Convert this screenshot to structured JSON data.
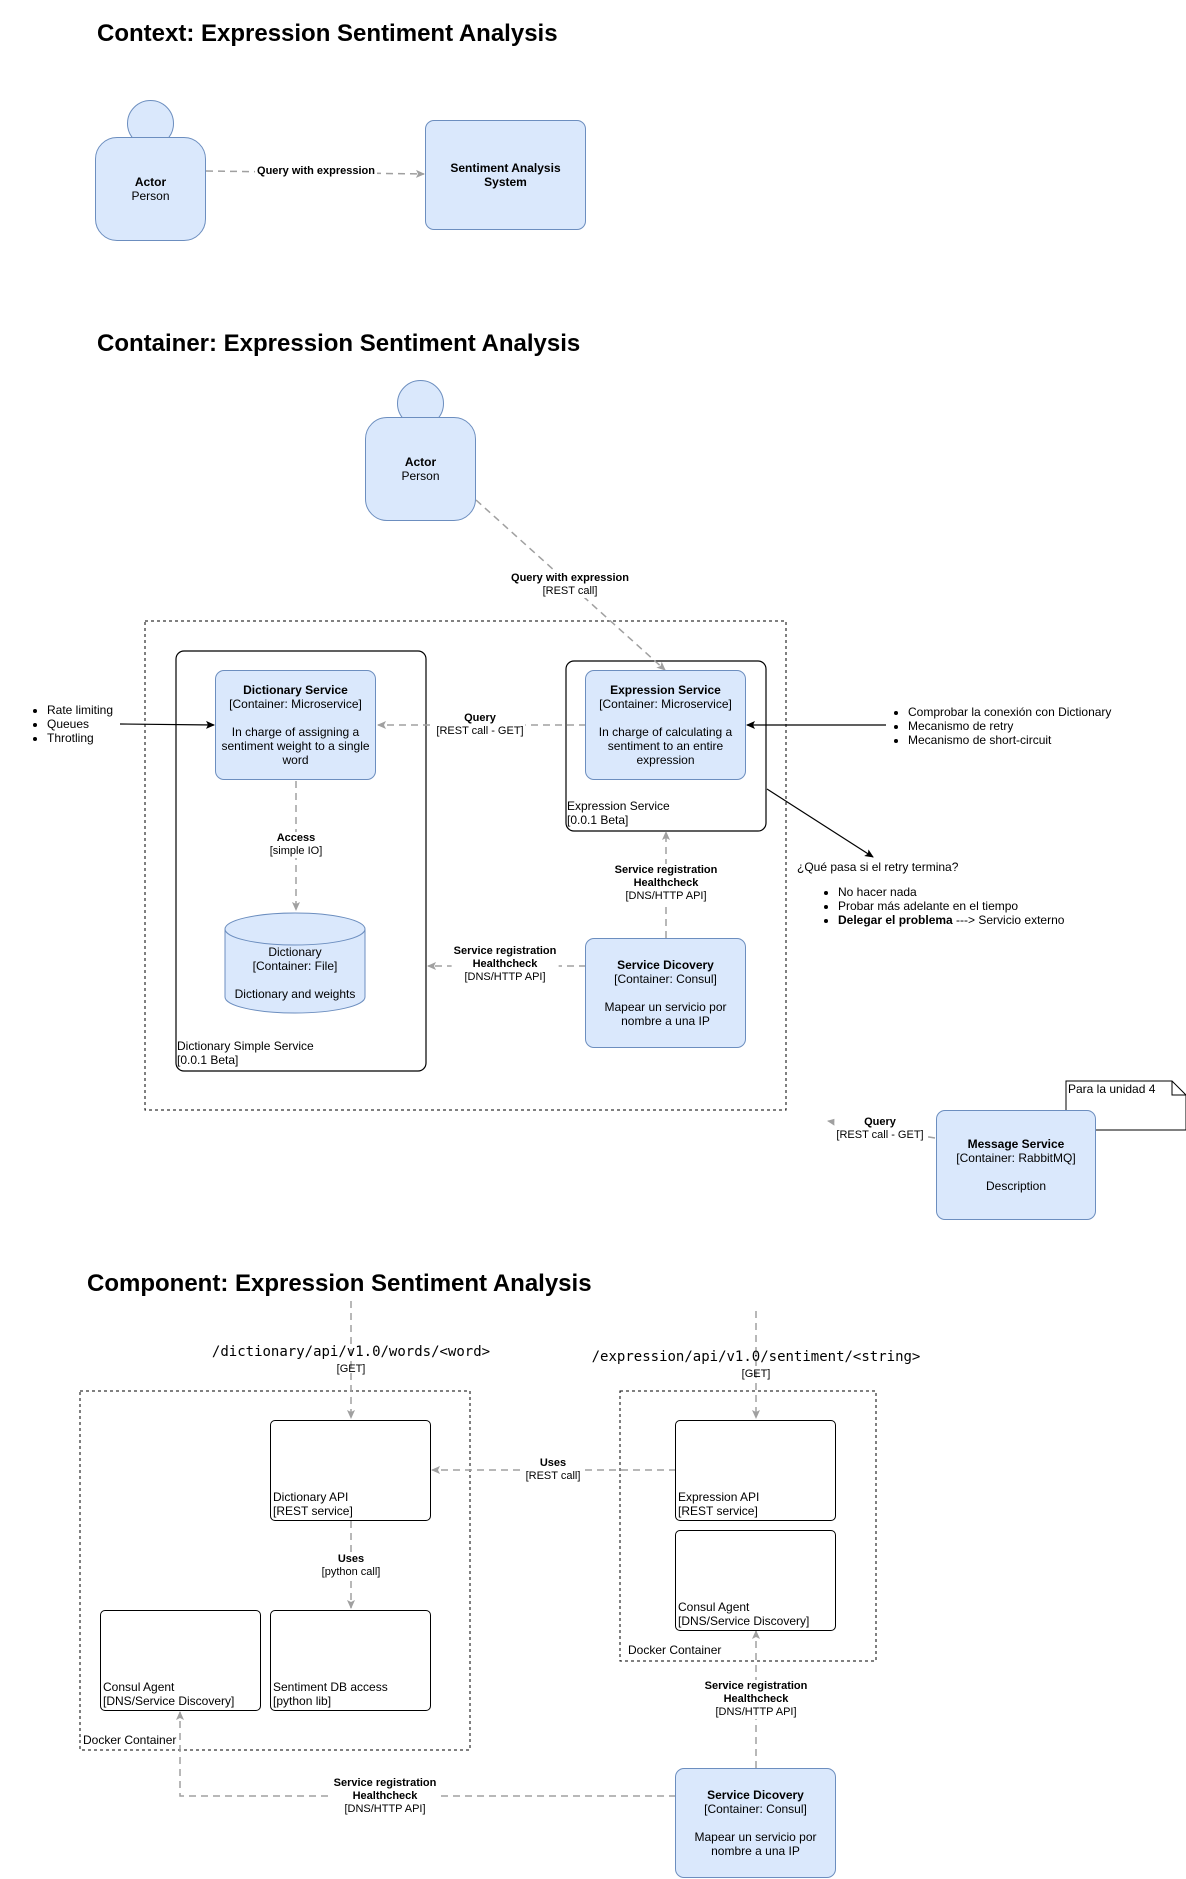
{
  "context": {
    "title": "Context: Expression Sentiment Analysis",
    "actor": {
      "name": "Actor",
      "type": "Person"
    },
    "system": {
      "name": "Sentiment Analysis System"
    },
    "edge": {
      "label": "Query with expression"
    }
  },
  "container": {
    "title": "Container: Expression Sentiment Analysis",
    "actor": {
      "name": "Actor",
      "type": "Person"
    },
    "actor_edge": {
      "label": "Query with expression",
      "tech": "[REST call]"
    },
    "dictionary_service": {
      "name": "Dictionary Service",
      "tech": "[Container: Microservice]",
      "desc": "In charge of assigning a sentiment weight to a single word"
    },
    "expression_service": {
      "name": "Expression Service",
      "tech": "[Container: Microservice]",
      "desc": "In charge of calculating a sentiment to an entire expression"
    },
    "query_edge": {
      "label": "Query",
      "tech": "[REST call - GET]"
    },
    "access_edge": {
      "label": "Access",
      "tech": "[simple IO]"
    },
    "dictionary_db": {
      "name": "Dictionary",
      "tech": "[Container: File]",
      "desc": "Dictionary and weights"
    },
    "dict_boundary": {
      "name": "Dictionary Simple Service",
      "version": "[0.0.1 Beta]"
    },
    "expr_boundary": {
      "name": "Expression Service",
      "version": "[0.0.1 Beta]"
    },
    "service_discovery": {
      "name": "Service Dicovery",
      "tech": "[Container: Consul]",
      "desc": "Mapear un servicio por nombre a una IP"
    },
    "sd_edge_up": {
      "label1": "Service registration",
      "label2": "Healthcheck",
      "tech": "[DNS/HTTP API]"
    },
    "sd_edge_left": {
      "label1": "Service registration",
      "label2": "Healthcheck",
      "tech": "[DNS/HTTP API]"
    },
    "left_notes": [
      "Rate limiting",
      "Queues",
      "Throtling"
    ],
    "right_notes": [
      "Comprobar la conexión con Dictionary",
      "Mecanismo de retry",
      "Mecanismo de short-circuit"
    ],
    "retry_question": "¿Qué pasa si el retry termina?",
    "retry_options": [
      "No hacer nada",
      "Probar más adelante en el tiempo"
    ],
    "retry_option_bold": "Delegar el problema",
    "retry_option_rest": " ---> Servicio externo",
    "message_service": {
      "name": "Message Service",
      "tech": "[Container: RabbitMQ]",
      "desc": "Description"
    },
    "message_edge": {
      "label": "Query",
      "tech": "[REST call - GET]"
    },
    "note": "Para la unidad 4"
  },
  "component": {
    "title": "Component: Expression Sentiment Analysis",
    "dict_endpoint": "/dictionary/api/v1.0/words/<word>",
    "dict_method": "[GET]",
    "expr_endpoint": "/expression/api/v1.0/sentiment/<string>",
    "expr_method": "[GET]",
    "dict_api": {
      "name": "Dictionary API",
      "tech": "[REST service]"
    },
    "uses_python": {
      "label": "Uses",
      "tech": "[python call]"
    },
    "consul_agent_left": {
      "name": "Consul Agent",
      "tech": "[DNS/Service Discovery]"
    },
    "sentiment_db": {
      "name": "Sentiment DB access",
      "tech": "[python lib]"
    },
    "left_container": "Docker Container",
    "expr_api": {
      "name": "Expression API",
      "tech": "[REST service]"
    },
    "consul_agent_right": {
      "name": "Consul Agent",
      "tech": "[DNS/Service Discovery]"
    },
    "right_container": "Docker Container",
    "uses_rest": {
      "label": "Uses",
      "tech": "[REST call]"
    },
    "sd_edge_right": {
      "label1": "Service registration",
      "label2": "Healthcheck",
      "tech": "[DNS/HTTP API]"
    },
    "sd_edge_left": {
      "label1": "Service registration",
      "label2": "Healthcheck",
      "tech": "[DNS/HTTP API]"
    },
    "service_discovery": {
      "name": "Service Dicovery",
      "tech": "[Container: Consul]",
      "desc": "Mapear un servicio por nombre a una IP"
    }
  },
  "colors": {
    "fill": "#dae8fc",
    "stroke": "#6c8ebf",
    "edge": "#a0a0a0"
  }
}
